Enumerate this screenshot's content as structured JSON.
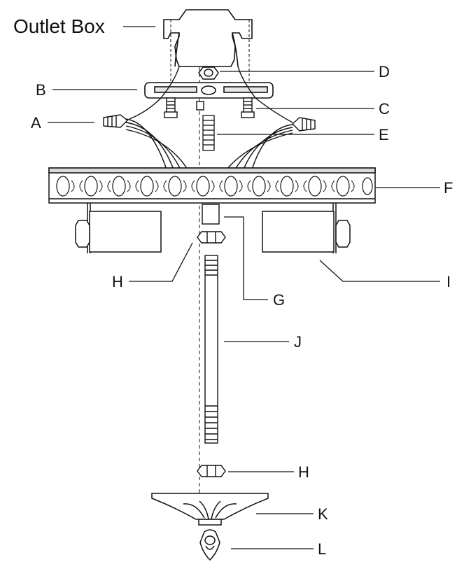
{
  "labels": {
    "outlet_box": "Outlet Box",
    "A": "A",
    "B": "B",
    "C": "C",
    "D": "D",
    "E": "E",
    "F": "F",
    "G": "G",
    "H_upper": "H",
    "H_lower": "H",
    "I": "I",
    "J": "J",
    "K": "K",
    "L": "L"
  },
  "colors": {
    "stroke": "#111111",
    "fill": "#ffffff",
    "shade": "#d9d9d9"
  }
}
